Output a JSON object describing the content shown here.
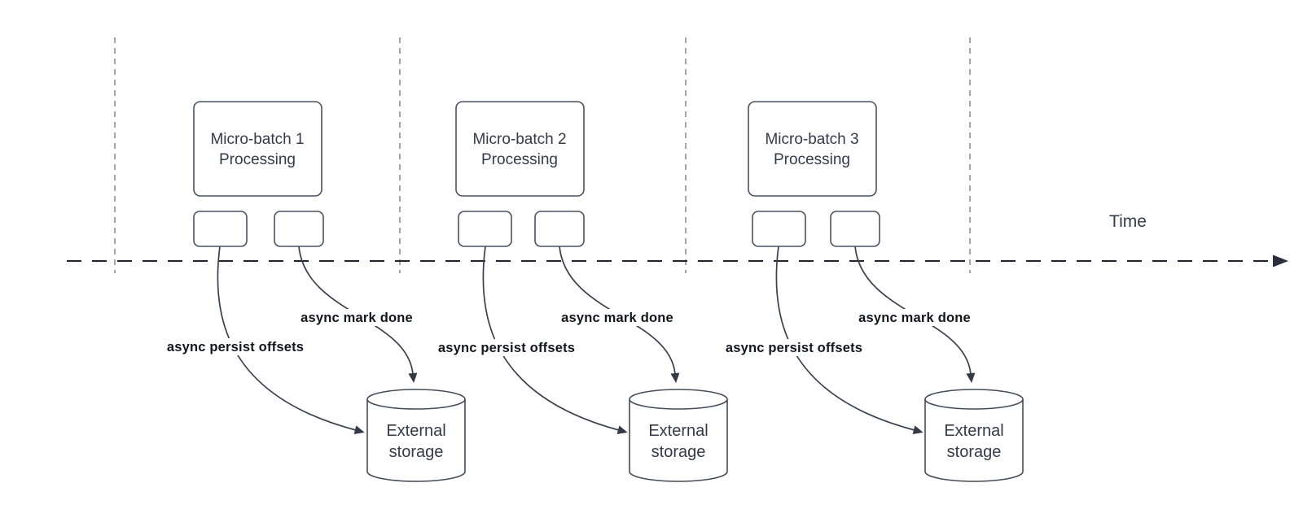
{
  "diagram": {
    "time_label": "Time",
    "colors": {
      "background": "#ffffff",
      "shape_stroke": "#4a5260",
      "connector_stroke": "#39404d",
      "axis_stroke": "#20252d",
      "guide_stroke": "#a6a6a6",
      "shape_text": "#333b48",
      "annotation_text": "#12161d"
    },
    "batches": [
      {
        "title_line1": "Micro-batch 1",
        "title_line2": "Processing",
        "persist_label": "async persist offsets",
        "mark_done_label": "async mark done",
        "storage_line1": "External",
        "storage_line2": "storage"
      },
      {
        "title_line1": "Micro-batch 2",
        "title_line2": "Processing",
        "persist_label": "async persist offsets",
        "mark_done_label": "async mark done",
        "storage_line1": "External",
        "storage_line2": "storage"
      },
      {
        "title_line1": "Micro-batch 3",
        "title_line2": "Processing",
        "persist_label": "async persist offsets",
        "mark_done_label": "async mark done",
        "storage_line1": "External",
        "storage_line2": "storage"
      }
    ]
  }
}
